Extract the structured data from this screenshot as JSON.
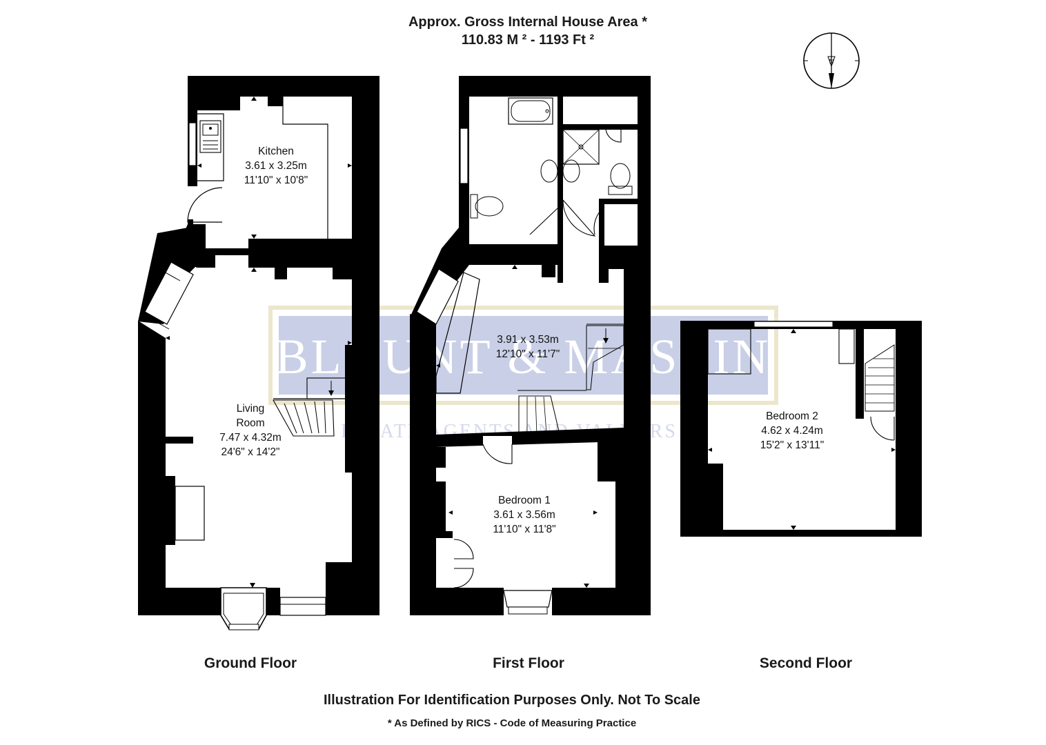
{
  "header": {
    "area_title": "Approx. Gross Internal House Area *",
    "area_value": "110.83 M ²  -  1193 Ft ²"
  },
  "compass": {
    "north_letter": "N"
  },
  "watermark": {
    "brand": "BLOUNT & MASLIN",
    "tagline": "ESTATE AGENTS AND VALUERS"
  },
  "floors": {
    "ground": {
      "label": "Ground Floor",
      "kitchen": {
        "name": "Kitchen",
        "metric": "3.61 x 3.25m",
        "imperial": "11'10\" x 10'8\""
      },
      "living_room": {
        "name_line1": "Living",
        "name_line2": "Room",
        "metric": "7.47 x 4.32m",
        "imperial": "24'6\" x 14'2\""
      }
    },
    "first": {
      "label": "First Floor",
      "landing_room": {
        "metric": "3.91 x 3.53m",
        "imperial": "12'10\" x 11'7\""
      },
      "bedroom1": {
        "name": "Bedroom 1",
        "metric": "3.61 x 3.56m",
        "imperial": "11'10\" x 11'8\""
      }
    },
    "second": {
      "label": "Second Floor",
      "bedroom2": {
        "name": "Bedroom 2",
        "metric": "4.62 x 4.24m",
        "imperial": "15'2\" x 13'11\""
      }
    }
  },
  "footer": {
    "disclaimer": "Illustration For Identification Purposes Only. Not To Scale",
    "rics_note": "* As Defined by RICS - Code of Measuring Practice"
  },
  "colors": {
    "wall": "#000000",
    "watermark_fill": "#c9cfe6",
    "watermark_border": "#ece6cc",
    "watermark_text": "#ffffff"
  }
}
